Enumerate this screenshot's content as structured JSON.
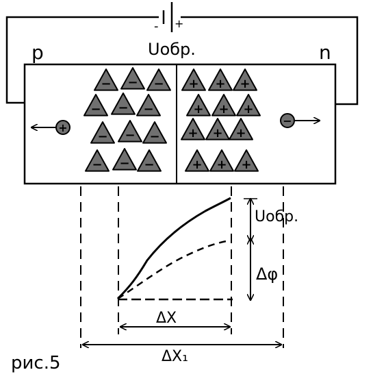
{
  "labels": {
    "p_region": "p",
    "n_region": "n",
    "battery_minus": "-",
    "battery_plus": "+",
    "voltage": "Uобр.",
    "voltage_right": "Uобр.",
    "delta_phi": "Δφ",
    "delta_x": "ΔX",
    "delta_x1": "ΔX₁",
    "figure_caption": "рис.5"
  },
  "ions": {
    "p_side_sign": "−",
    "n_side_sign": "+",
    "p_side_count": 12,
    "n_side_count": 12
  },
  "carriers": {
    "hole_sign": "+",
    "electron_sign": "−"
  },
  "colors": {
    "ion_fill": "#707070",
    "line": "#000000",
    "background": "#ffffff"
  }
}
